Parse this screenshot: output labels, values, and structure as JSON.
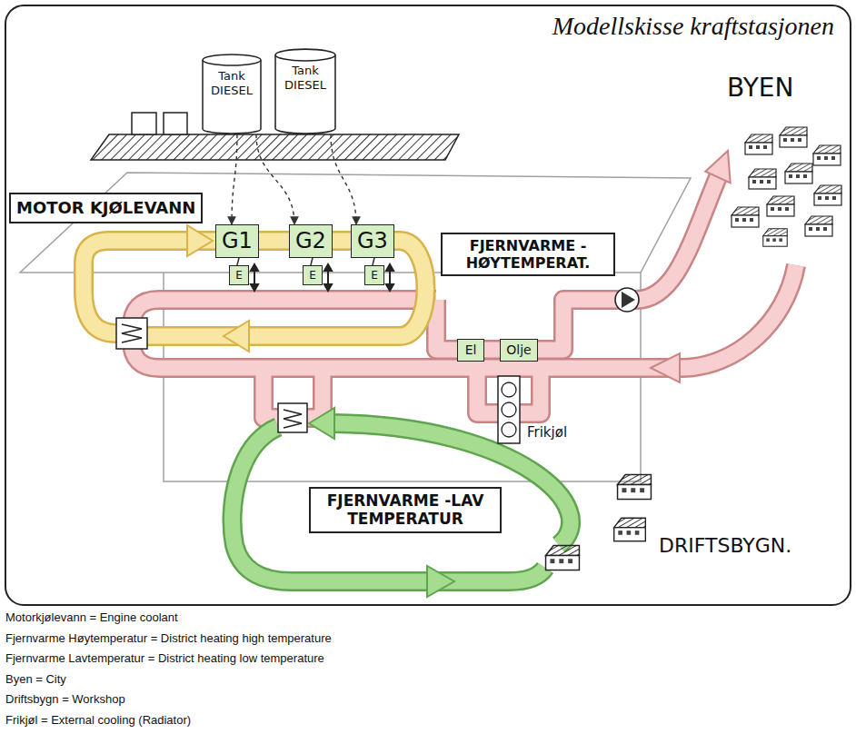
{
  "diagram": {
    "title": "Modellskisse kraftstasjonen",
    "nodes": [
      {
        "text": [
          "Tank DIESEL"
        ]
      },
      {
        "text": [
          "Tank DIESEL"
        ]
      },
      {
        "text": [
          "MOTOR KJØLEVANN"
        ]
      },
      {
        "text": [
          "G1"
        ]
      },
      {
        "text": [
          "G2"
        ]
      },
      {
        "text": [
          "G3"
        ]
      },
      {
        "text": [
          "E"
        ]
      },
      {
        "text": [
          "E"
        ]
      },
      {
        "text": [
          "E"
        ]
      },
      {
        "text": [
          "FJERNVARME -HØYTEMPERAT."
        ]
      },
      {
        "text": [
          "El"
        ]
      },
      {
        "text": [
          "Olje"
        ]
      },
      {
        "text": [
          "FJERNVARME -LAV TEMPERATUR"
        ]
      }
    ],
    "edges": [
      {
        "from": 0,
        "to": 3,
        "arrow": "to"
      },
      {
        "from": 0,
        "to": 4,
        "arrow": "to"
      },
      {
        "from": 1,
        "to": 5,
        "arrow": "to"
      },
      {
        "from": 3,
        "to": 6,
        "arrow": "none"
      },
      {
        "from": 4,
        "to": 7,
        "arrow": "none"
      },
      {
        "from": 5,
        "to": 8,
        "arrow": "none"
      }
    ],
    "labels": [
      "BYEN",
      "Frikjøl",
      "DRIFTSBYGN.",
      "Motorkjølevann = Engine coolant",
      "Fjernvarme Høytemperatur = District heating high temperature",
      "Fjernvarme Lavtemperatur = District heating low temperature",
      "Byen = City",
      "Driftsbygn = Workshop",
      "Frikjøl = External cooling (Radiator)"
    ]
  }
}
